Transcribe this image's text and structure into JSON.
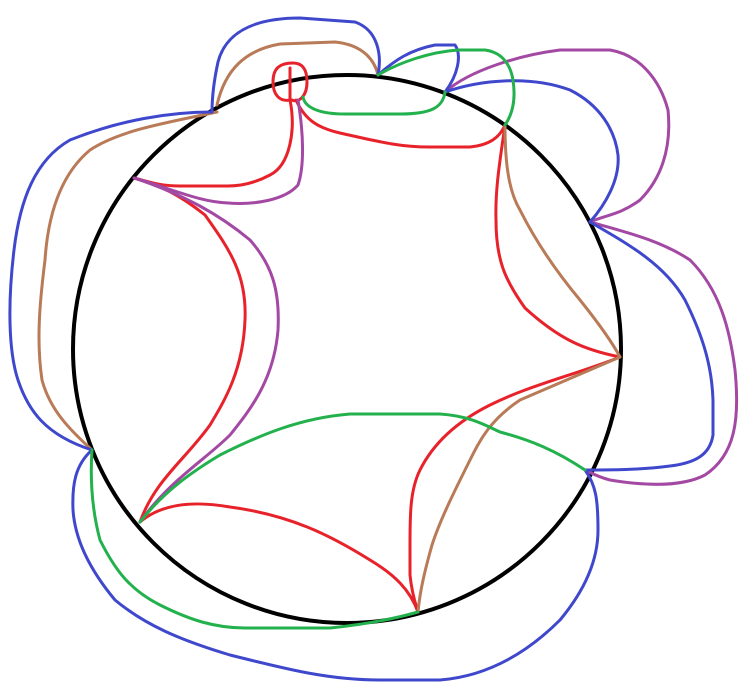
{
  "colors": {
    "background": "#ffffff",
    "circle": "#000000",
    "red": "#e8222a",
    "blue": "#3f48cc",
    "brown": "#b97a57",
    "purple": "#a349a4",
    "green": "#22b14c"
  },
  "diagram": {
    "circle_count": 1,
    "boundary_points": 8,
    "self_loops": 1
  }
}
